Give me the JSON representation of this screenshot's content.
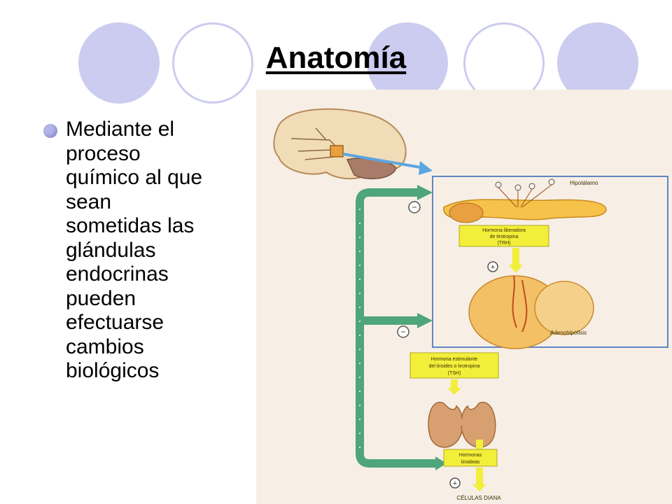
{
  "slide": {
    "title": "Anatomía",
    "bullet": "Mediante el proceso químico al que sean sometidas las glándulas endocrinas pueden efectuarse cambios biológicos"
  },
  "figure": {
    "labels": {
      "hipotalamo": "Hipotálamo",
      "trh_line1": "Hormona liberadora",
      "trh_line2": "de tirotropina",
      "trh_line3": "(TRH)",
      "adenohipofisis": "Adenohipófisis",
      "tsh_line1": "Hormona estimulante",
      "tsh_line2": "del tiroides o tirotropina",
      "tsh_line3": "(TSH)",
      "hormonas_line1": "Hormonas",
      "hormonas_line2": "tiroideas",
      "celulas_diana": "CÉLULAS DIANA"
    },
    "signs": {
      "minus": "−",
      "plus": "+"
    }
  },
  "colors": {
    "accent_circle": "#ccccf0",
    "feedback_arrow": "#4fa67a",
    "label_box": "#f2ee3a",
    "frame": "#5f86c4"
  }
}
